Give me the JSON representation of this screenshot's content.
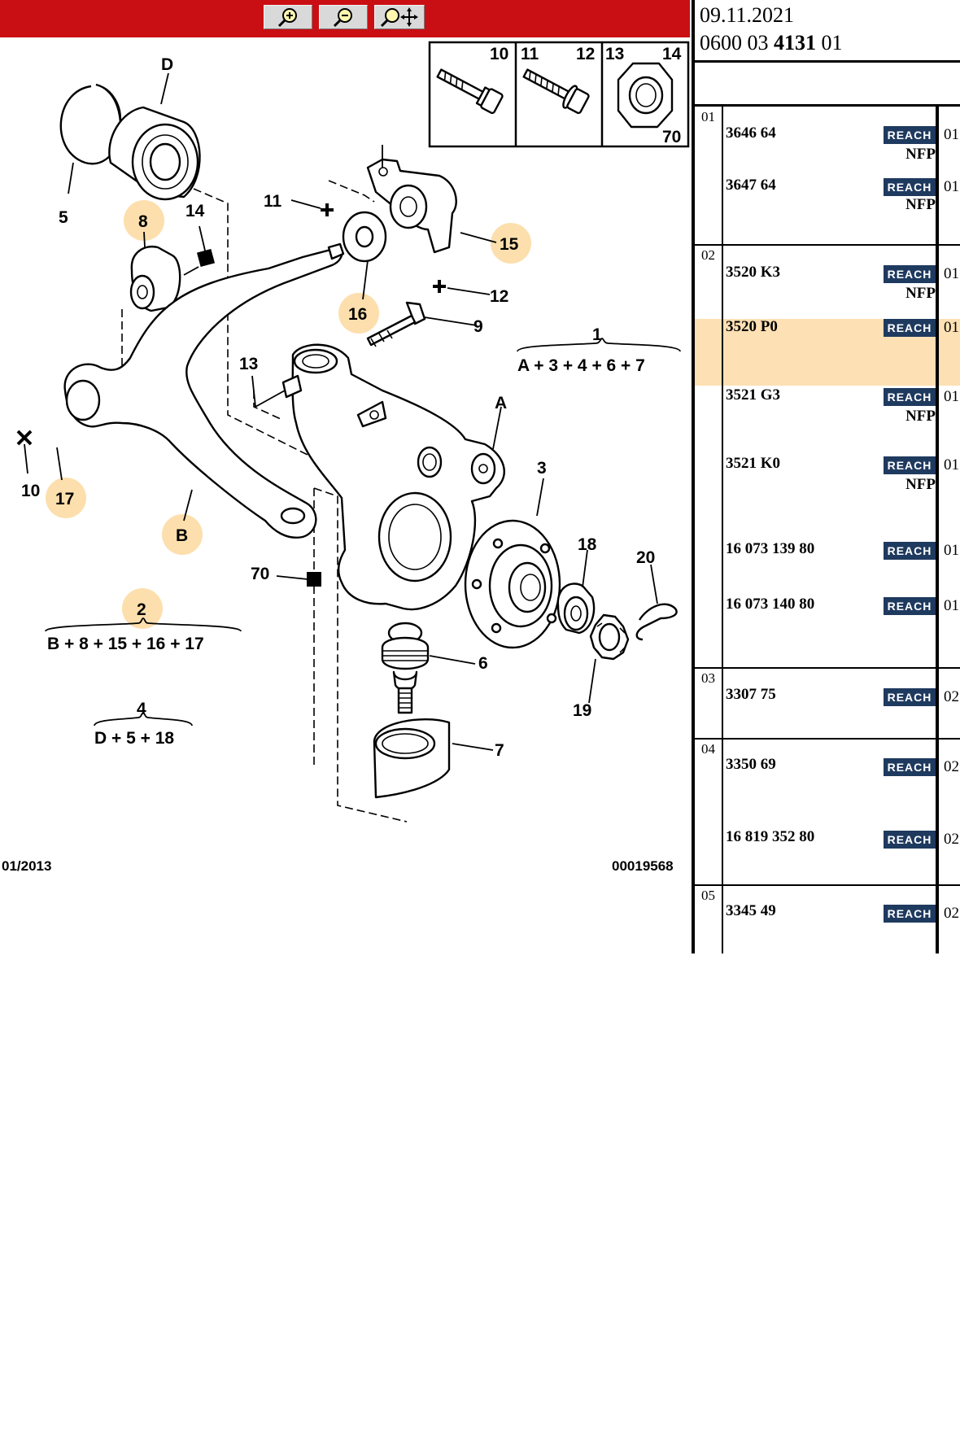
{
  "toolbar": {
    "buttons": [
      {
        "name": "zoom-in",
        "icon": "zoom-in-icon"
      },
      {
        "name": "zoom-out",
        "icon": "zoom-out-icon"
      },
      {
        "name": "zoom-pan",
        "icon": "zoom-pan-icon"
      }
    ],
    "background": "#c90f13"
  },
  "header": {
    "date": "09.11.2021",
    "code_prefix": "0600 03 ",
    "code_bold": "4131",
    "code_suffix": " 01"
  },
  "diagram": {
    "inset_labels": [
      "10",
      "11",
      "12",
      "13",
      "14",
      "70"
    ],
    "callouts": [
      "D",
      "5",
      "8",
      "14",
      "11",
      "15",
      "12",
      "16",
      "9",
      "13",
      "A",
      "3",
      "10",
      "17",
      "B",
      "70",
      "18",
      "20",
      "6",
      "19",
      "7"
    ],
    "highlight_color": "#fbd99f",
    "group_1": {
      "num": "1",
      "formula": "A + 3 + 4 + 6 + 7"
    },
    "group_2": {
      "num": "2",
      "formula": "B + 8 + 15 + 16 + 17"
    },
    "group_4": {
      "num": "4",
      "formula": "D + 5 + 18"
    },
    "date_code": "01/2013",
    "diagram_id": "00019568"
  },
  "parts": [
    {
      "group": "01",
      "rows": [
        {
          "ref": "3646 64",
          "badge": "REACH",
          "note": "NFP",
          "qty": "01"
        },
        {
          "ref": "3647 64",
          "badge": "REACH",
          "note": "NFP",
          "qty": "01"
        }
      ]
    },
    {
      "group": "02",
      "rows": [
        {
          "ref": "3520 K3",
          "badge": "REACH",
          "note": "NFP",
          "qty": "01"
        },
        {
          "ref": "3520 P0",
          "badge": "REACH",
          "note": "",
          "qty": "01",
          "selected": true
        },
        {
          "ref": "3521 G3",
          "badge": "REACH",
          "note": "NFP",
          "qty": "01"
        },
        {
          "ref": "3521 K0",
          "badge": "REACH",
          "note": "NFP",
          "qty": "01"
        },
        {
          "ref": "16 073 139 80",
          "badge": "REACH",
          "note": "",
          "qty": "01"
        },
        {
          "ref": "16 073 140 80",
          "badge": "REACH",
          "note": "",
          "qty": "01"
        }
      ]
    },
    {
      "group": "03",
      "rows": [
        {
          "ref": "3307 75",
          "badge": "REACH",
          "note": "",
          "qty": "02"
        }
      ]
    },
    {
      "group": "04",
      "rows": [
        {
          "ref": "3350 69",
          "badge": "REACH",
          "note": "",
          "qty": "02"
        },
        {
          "ref": "16 819 352 80",
          "badge": "REACH",
          "note": "",
          "qty": "02"
        }
      ]
    },
    {
      "group": "05",
      "rows": [
        {
          "ref": "3345 49",
          "badge": "REACH",
          "note": "",
          "qty": "02"
        }
      ]
    }
  ],
  "colors": {
    "badge": "#1f3a5f",
    "selected_row": "#fde0b3"
  }
}
